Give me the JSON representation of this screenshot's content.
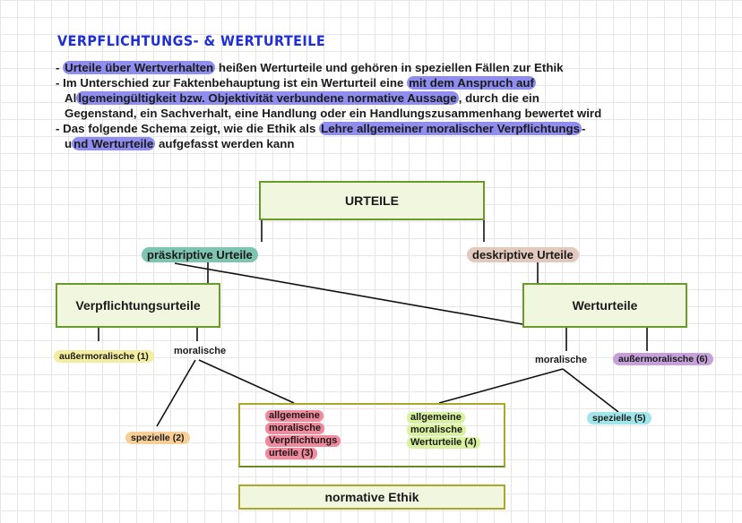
{
  "heading": "Verpflichtungs- & Werturteile",
  "paragraph": {
    "b1_hl": "Urteile über Wertverhalten",
    "b1_rest": " heißen Werturteile und gehören in speziellen Fällen zur Ethik",
    "b2_prefix": "Im Unterschied zur Faktenbehauptung ist ein Werturteil eine ",
    "b2_hl1": "mit dem Anspruch auf",
    "b2_l2_a": "Al",
    "b2_hl2": "lgemeingültigkeit bzw. Objektivität verbundene normative Aussage",
    "b2_l2_rest": ", durch die ein",
    "b2_l3": "Gegenstand, ein Sachverhalt, eine Handlung oder ein Handlungszusammenhang bewertet wird",
    "b3_prefix": "Das folgende Schema zeigt, wie die Ethik als ",
    "b3_hl1": "Lehre allgemeiner moralischer Verpflichtungs",
    "b3_l1_end": "-",
    "b3_l2_a": "u",
    "b3_hl2": "nd Werturteile",
    "b3_l2_rest": " aufgefasst werden kann"
  },
  "diagram": {
    "urteile": "URTEILE",
    "praeskriptiv": "präskriptive Urteile",
    "deskriptiv": "deskriptive Urteile",
    "verpflichtungsurteile": "Verpflichtungsurteile",
    "werturteile": "Werturteile",
    "aussermoralisch_left": "außermoralische (1)",
    "moralische_left": "moralische",
    "moralische_right": "moralische",
    "aussermoralisch_right": "außermoralische (6)",
    "spezielle_left": "spezielle (2)",
    "spezielle_right": "spezielle (5)",
    "allg_verpfl": [
      "allgemeine",
      "moralische",
      "Verpflichtungs",
      "urteile (3)"
    ],
    "allg_wert": [
      "allgemeine",
      "moralische",
      "Werturteile (4)"
    ],
    "normative_ethik": "normative Ethik"
  },
  "colors": {
    "title_blue": "#1f2fd6",
    "highlight_purple": "#8f8ef0",
    "box_green_border": "#6a9a2a",
    "teal": "#7fc4b0",
    "beige": "#e3c9bd",
    "yellow": "#f3eda0",
    "peach": "#f7cf96",
    "lilac": "#c4a1d8",
    "cyan": "#9fe5ea",
    "pink": "#f08a9c",
    "lime": "#d8f2a0"
  }
}
